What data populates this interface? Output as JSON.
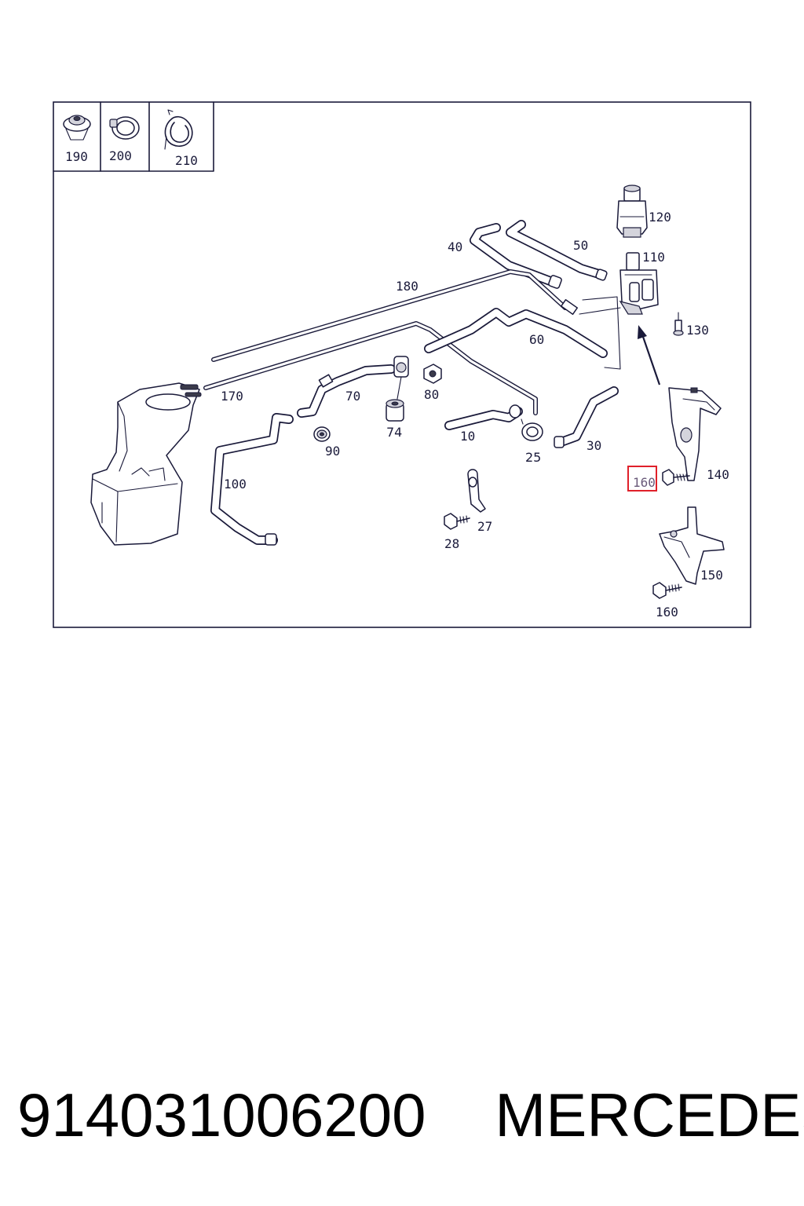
{
  "diagram": {
    "header_labels": [
      "190",
      "200",
      "210"
    ],
    "callouts": [
      "120",
      "110",
      "40",
      "50",
      "180",
      "130",
      "60",
      "170",
      "70",
      "80",
      "74",
      "10",
      "90",
      "25",
      "30",
      "140",
      "100",
      "160",
      "27",
      "28",
      "150",
      "160"
    ],
    "highlighted_callout": "160",
    "highlight_color": "#e0202a",
    "line_color": "#1a1a3a"
  },
  "footer": {
    "part_number": "914031006200",
    "brand": "MERCEDES"
  }
}
